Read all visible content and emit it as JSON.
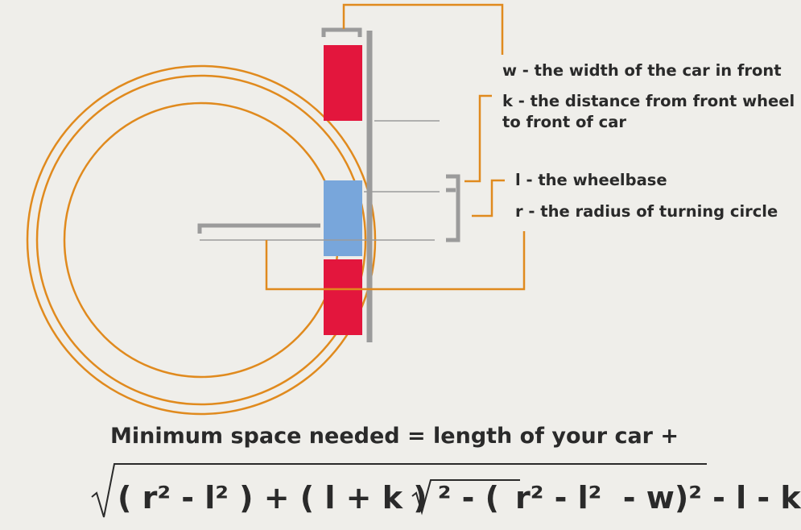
{
  "legend": {
    "w": "w - the width of the car in front",
    "k_line1": "k - the distance from front wheel",
    "k_line2": "to front of car",
    "l": "l - the wheelbase",
    "r": "r - the radius of turning circle"
  },
  "caption": "Minimum space needed = length of your car +",
  "formula": {
    "full": "( r² - l² ) + ( l + k ) ² - (r² - l²  - w)² - l - k",
    "part1": "( r² - l² ) + ( l + k ) ² - (",
    "part2": "r² - l²",
    "part3": "  - w)² - l - k"
  },
  "colors": {
    "background": "#efeeea",
    "orange": "#e08a1e",
    "red": "#e3163d",
    "blue": "#78a6db",
    "gray": "#9b9b9b",
    "text": "#2a2a2a"
  }
}
